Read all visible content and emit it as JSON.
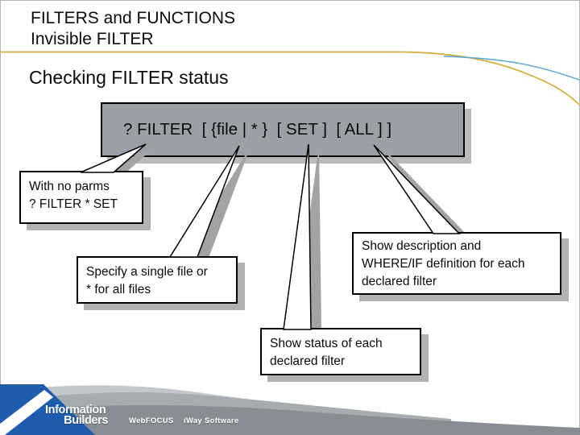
{
  "header": {
    "title_line1": "FILTERS and FUNCTIONS",
    "title_line2": "Invisible FILTER",
    "heading": "Checking FILTER status"
  },
  "syntax_box": {
    "text": "? FILTER  [ {file | * }  [ SET ]  [ ALL ] ]"
  },
  "callouts": [
    {
      "name": "with-no-parms",
      "lines": [
        "With no parms",
        "? FILTER * SET"
      ]
    },
    {
      "name": "specify-file",
      "lines": [
        "Specify a single file or",
        "* for all files"
      ]
    },
    {
      "name": "show-description",
      "lines": [
        "Show description and",
        "WHERE/IF definition for each",
        "declared filter"
      ]
    },
    {
      "name": "show-status",
      "lines": [
        "Show status of each",
        "declared filter"
      ]
    }
  ],
  "footer": {
    "brand_line1": "Information",
    "brand_line2": "Builders",
    "product_webfocus": "WebFOCUS",
    "product_iway": "iWay Software"
  },
  "colors": {
    "accent_gold": "#d4af42",
    "accent_blue": "#5aa7d0",
    "syntax_box_fill": "#9aa0a6",
    "box_shadow_gray": "#b2b2b2",
    "tail_shadow_gray": "#a3a3a3",
    "footer_blue": "#1e5dad",
    "footer_gray_dark": "#888d94",
    "footer_gray_mid": "#a6abb0",
    "footer_gray_light": "#c3c7cb"
  }
}
